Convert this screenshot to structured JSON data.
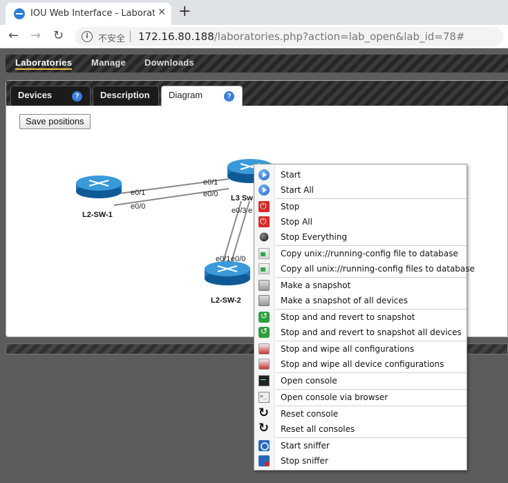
{
  "browser": {
    "tab_title": "IOU Web Interface - Laboratories",
    "tab_close": "✕",
    "new_tab": "+",
    "insecure_label": "不安全",
    "url_host": "172.16.80.188",
    "url_rest": "/laboratories.php?action=lab_open&lab_id=78#"
  },
  "menu": {
    "items": [
      "Laboratories",
      "Manage",
      "Downloads"
    ]
  },
  "tabs": {
    "devices": "Devices",
    "description": "Description",
    "diagram": "Diagram",
    "help": "?"
  },
  "diagram": {
    "save_label": "Save positions",
    "devices": [
      "L2-SW-1",
      "L3 Sw",
      "L2-SW-2"
    ],
    "ports": [
      "e0/1",
      "e0/0",
      "e0/1",
      "e0/0",
      "e0/3",
      "e0/1",
      "e0/0",
      "e"
    ]
  },
  "context_menu": {
    "items": [
      "Start",
      "Start All",
      "Stop",
      "Stop All",
      "Stop Everything",
      "Copy unix://running-config file to database",
      "Copy all unix://running-config files to database",
      "Make a snapshot",
      "Make a snapshot of all devices",
      "Stop and and revert to snapshot",
      "Stop and and revert to snapshot all devices",
      "Stop and wipe all configurations",
      "Stop and wipe all device configurations",
      "Open console",
      "Open console via browser",
      "Reset console",
      "Reset all consoles",
      "Start sniffer",
      "Stop sniffer"
    ]
  }
}
